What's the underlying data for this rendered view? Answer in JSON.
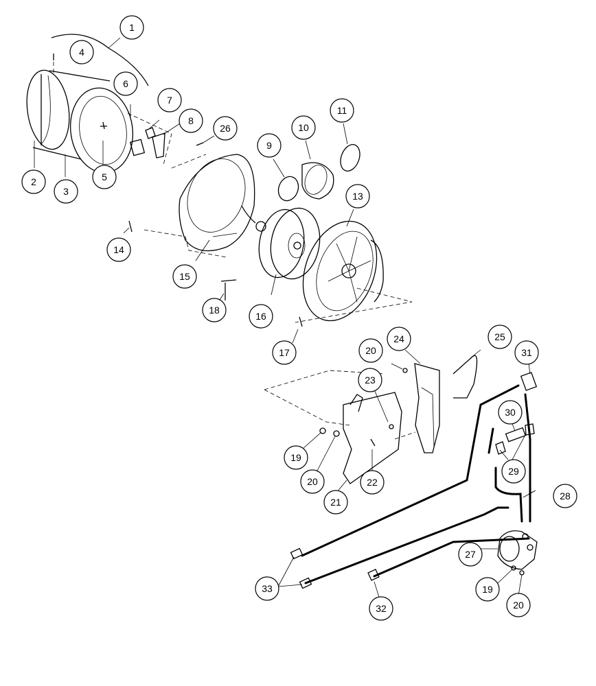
{
  "diagram": {
    "callouts": [
      {
        "id": "c1",
        "label": "1"
      },
      {
        "id": "c2",
        "label": "2"
      },
      {
        "id": "c3",
        "label": "3"
      },
      {
        "id": "c4",
        "label": "4"
      },
      {
        "id": "c5",
        "label": "5"
      },
      {
        "id": "c6",
        "label": "6"
      },
      {
        "id": "c7",
        "label": "7"
      },
      {
        "id": "c8",
        "label": "8"
      },
      {
        "id": "c26",
        "label": "26"
      },
      {
        "id": "c9",
        "label": "9"
      },
      {
        "id": "c10",
        "label": "10"
      },
      {
        "id": "c11",
        "label": "11"
      },
      {
        "id": "c13",
        "label": "13"
      },
      {
        "id": "c14",
        "label": "14"
      },
      {
        "id": "c15",
        "label": "15"
      },
      {
        "id": "c16",
        "label": "16"
      },
      {
        "id": "c18",
        "label": "18"
      },
      {
        "id": "c17",
        "label": "17"
      },
      {
        "id": "c24",
        "label": "24"
      },
      {
        "id": "c25",
        "label": "25"
      },
      {
        "id": "c31",
        "label": "31"
      },
      {
        "id": "c20a",
        "label": "20"
      },
      {
        "id": "c23",
        "label": "23"
      },
      {
        "id": "c30",
        "label": "30"
      },
      {
        "id": "c29",
        "label": "29"
      },
      {
        "id": "c28",
        "label": "28"
      },
      {
        "id": "c19a",
        "label": "19"
      },
      {
        "id": "c20b",
        "label": "20"
      },
      {
        "id": "c22",
        "label": "22"
      },
      {
        "id": "c21",
        "label": "21"
      },
      {
        "id": "c27",
        "label": "27"
      },
      {
        "id": "c33",
        "label": "33"
      },
      {
        "id": "c32",
        "label": "32"
      },
      {
        "id": "c19b",
        "label": "19"
      },
      {
        "id": "c20c",
        "label": "20"
      }
    ]
  }
}
